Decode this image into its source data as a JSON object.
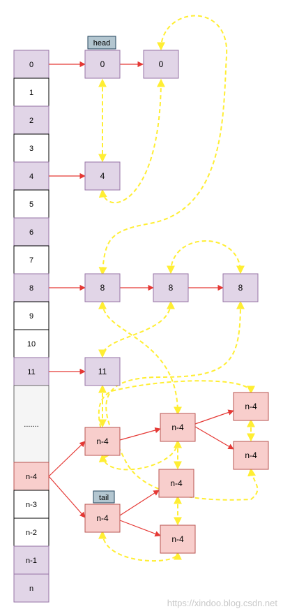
{
  "palette": {
    "index_purple": "#e1d5e7",
    "index_border": "#9673a6",
    "index_white": "#ffffff",
    "index_gray": "#f5f5f5",
    "index_pink": "#f8cecc",
    "pink_border": "#b85450",
    "tag_fill": "#b3c6d0",
    "tag_border": "#23445d",
    "red_arrow": "#e53935",
    "yellow_dash": "#ffee33"
  },
  "index_cells": [
    {
      "label": "0",
      "style": "purple"
    },
    {
      "label": "1",
      "style": "white"
    },
    {
      "label": "2",
      "style": "purple"
    },
    {
      "label": "3",
      "style": "white"
    },
    {
      "label": "4",
      "style": "purple"
    },
    {
      "label": "5",
      "style": "white"
    },
    {
      "label": "6",
      "style": "purple"
    },
    {
      "label": "7",
      "style": "white"
    },
    {
      "label": "8",
      "style": "purple"
    },
    {
      "label": "9",
      "style": "white"
    },
    {
      "label": "10",
      "style": "white"
    },
    {
      "label": "11",
      "style": "purple"
    },
    {
      "label": ".......",
      "style": "gray"
    },
    {
      "label": "n-4",
      "style": "pink"
    },
    {
      "label": "n-3",
      "style": "white"
    },
    {
      "label": "n-2",
      "style": "white"
    },
    {
      "label": "n-1",
      "style": "purple"
    },
    {
      "label": "n",
      "style": "purple"
    }
  ],
  "nodes": [
    {
      "id": "n0a",
      "label": "0",
      "style": "purple"
    },
    {
      "id": "n0b",
      "label": "0",
      "style": "purple"
    },
    {
      "id": "n4",
      "label": "4",
      "style": "purple"
    },
    {
      "id": "n8a",
      "label": "8",
      "style": "purple"
    },
    {
      "id": "n8b",
      "label": "8",
      "style": "purple"
    },
    {
      "id": "n8c",
      "label": "8",
      "style": "purple"
    },
    {
      "id": "n11",
      "label": "11",
      "style": "purple"
    },
    {
      "id": "p1",
      "label": "n-4",
      "style": "pink"
    },
    {
      "id": "p2",
      "label": "n-4",
      "style": "pink"
    },
    {
      "id": "p3",
      "label": "n-4",
      "style": "pink"
    },
    {
      "id": "p4",
      "label": "n-4",
      "style": "pink"
    },
    {
      "id": "p5",
      "label": "n-4",
      "style": "pink"
    },
    {
      "id": "p6",
      "label": "n-4",
      "style": "pink"
    },
    {
      "id": "p7",
      "label": "n-4",
      "style": "pink"
    }
  ],
  "tags": {
    "head": "head",
    "tail": "tail"
  },
  "watermark": "https://xindoo.blog.csdn.net"
}
